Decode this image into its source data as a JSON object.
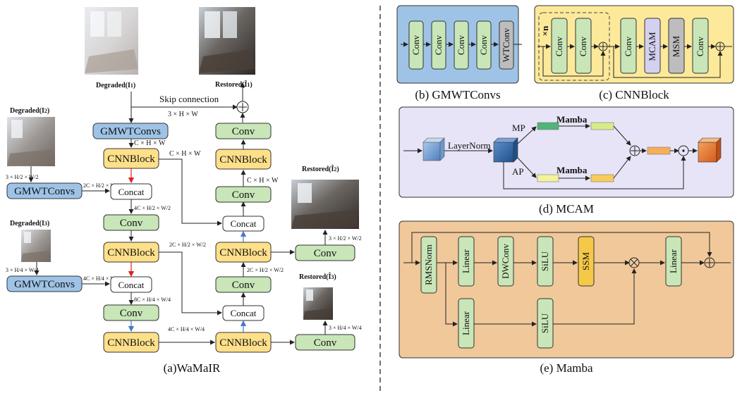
{
  "panel_a": {
    "caption": "(a)WaMaIR",
    "degraded1": "Degraded(I",
    "degraded1_sub": "1",
    "degraded2": "Degraded(I",
    "degraded2_sub": "2",
    "degraded3": "Degraded(I",
    "degraded3_sub": "3",
    "restored1": "Restored(Î",
    "restored1_sub": "1",
    "restored2": "Restored(Î",
    "restored2_sub": "2",
    "restored3": "Restored(Î",
    "restored3_sub": "3",
    "close_paren": ")",
    "skip_connection": "Skip connection",
    "gmwt": "GMWTConvs",
    "cnnblock": "CNNBlock",
    "concat": "Concat",
    "conv": "Conv",
    "dims": {
      "d_3hw": "3 × H × W",
      "d_chw": "C × H × W",
      "d_2c_h2": "2C × H/2 × W/2",
      "d_4c_h2": "4C × H/2 × W/2",
      "d_4c_h4": "4C × H/4 × W/4",
      "d_8c_h4": "8C × H/4 × W/4",
      "d_3_h2": "3 × H/2 × W/2",
      "d_3_h4": "3 × H/4 × W/4"
    }
  },
  "panel_b": {
    "caption": "(b) GMWTConvs",
    "conv": "Conv",
    "wtconv": "WTConv"
  },
  "panel_c": {
    "caption": "(c) CNNBlock",
    "times_n": "×n",
    "conv": "Conv",
    "mcam": "MCAM",
    "msm": "MSM"
  },
  "panel_d": {
    "caption": "(d) MCAM",
    "layernorm": "LayerNorm",
    "mp": "MP",
    "ap": "AP",
    "mamba": "Mamba"
  },
  "panel_e": {
    "caption": "(e) Mamba",
    "rmsnorm": "RMSNorm",
    "linear": "Linear",
    "dwconv": "DWConv",
    "silu": "SiLU",
    "ssm": "SSM"
  }
}
